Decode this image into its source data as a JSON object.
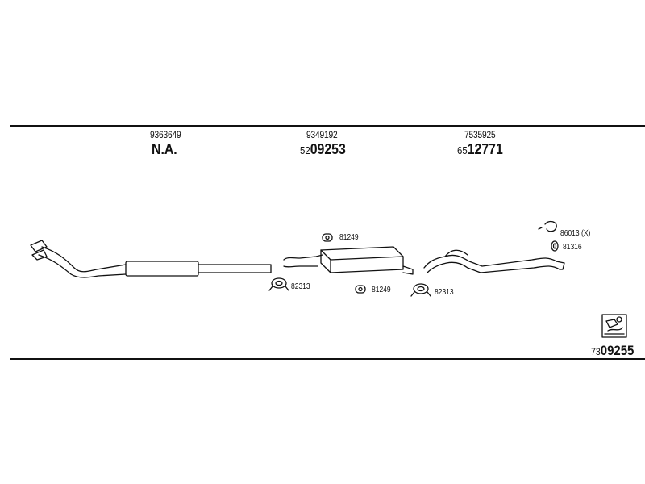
{
  "columns": [
    {
      "oe_number": "9363649",
      "part_number": "N.A.",
      "prefix": "",
      "main": "N.A."
    },
    {
      "oe_number": "9349192",
      "part_number": "5209253",
      "prefix": "52",
      "main": "09253"
    },
    {
      "oe_number": "7535925",
      "part_number": "6512771",
      "prefix": "65",
      "main": "12771"
    }
  ],
  "accessories": {
    "clamp_top": "81249",
    "gasket_left": "82313",
    "clamp_bottom": "81249",
    "gasket_right": "82313",
    "hanger": "86013 (X)",
    "rubber_ring": "81316"
  },
  "kit": {
    "prefix": "73",
    "main": "09255",
    "full": "7309255"
  },
  "colors": {
    "line": "#111111",
    "background": "#ffffff"
  }
}
